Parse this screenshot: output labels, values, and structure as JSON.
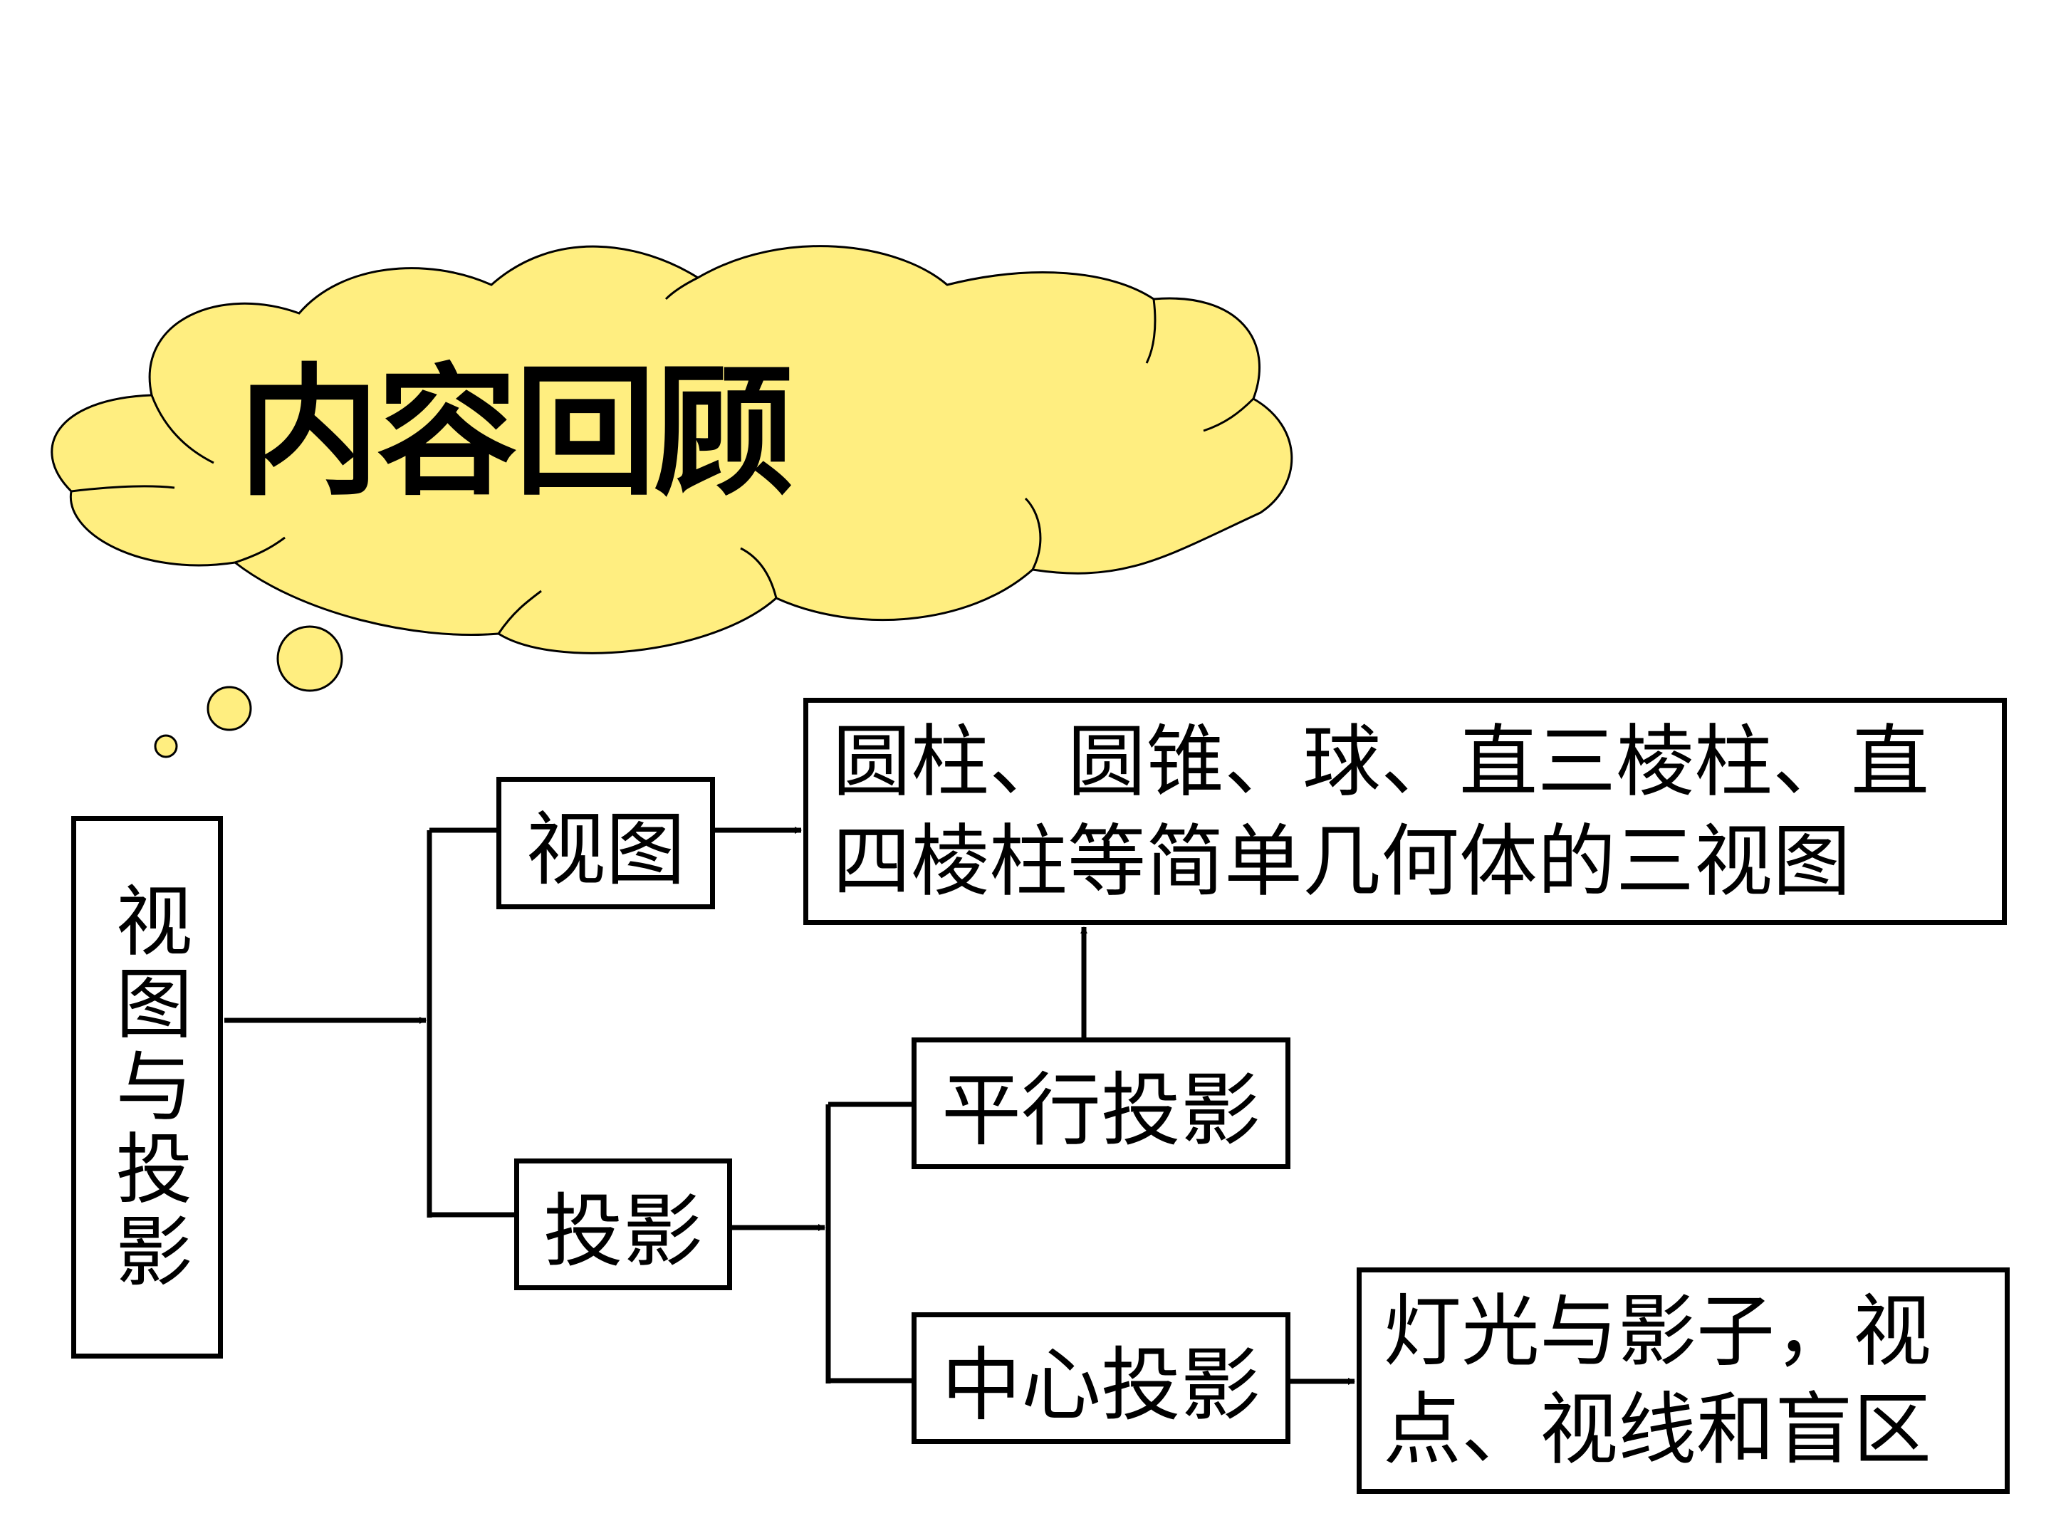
{
  "title": "内容回顾",
  "nodes": {
    "root": "视图与投影",
    "view": "视图",
    "projection": "投影",
    "parallel": "平行投影",
    "central": "中心投影",
    "three_view": "圆柱、圆锥、球、直三棱柱、直四棱柱等简单几何体的三视图",
    "light_shadow": "灯光与影子，视点、视线和盲区"
  },
  "colors": {
    "cloud_fill": "#ffee80",
    "outline": "#000000",
    "background": "#ffffff"
  }
}
